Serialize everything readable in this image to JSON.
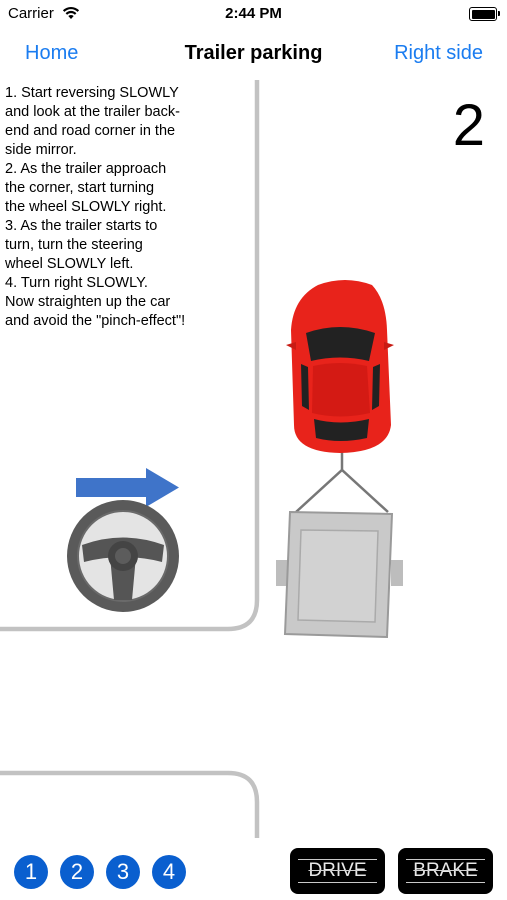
{
  "status_bar": {
    "carrier": "Carrier",
    "time": "2:44 PM"
  },
  "nav": {
    "back_label": "Home",
    "title": "Trailer parking",
    "right_label": "Right side"
  },
  "instructions": "1. Start reversing SLOWLY\nand look at the trailer back-\nend and road corner in the\nside mirror.\n2. As the trailer approach\nthe corner, start turning\nthe wheel SLOWLY right.\n3. As the trailer starts to\nturn, turn the steering\nwheel SLOWLY left.\n4. Turn right SLOWLY.\nNow straighten up the car\nand avoid the \"pinch-effect\"!",
  "step_number": "2",
  "pager": [
    "1",
    "2",
    "3",
    "4"
  ],
  "buttons": {
    "drive": "DRIVE",
    "brake": "BRAKE"
  },
  "colors": {
    "accent_blue": "#1a7cf0",
    "pager_blue": "#0a5fcf",
    "car_red": "#e8231b",
    "trailer_gray": "#c8c8c8",
    "curb_gray": "#c2c2c2",
    "arrow_blue": "#3f74c9",
    "wheel_gray": "#555555"
  },
  "icons": {
    "wifi": "wifi-icon",
    "battery": "battery-icon",
    "arrow": "arrow-right-icon",
    "steering_wheel": "steering-wheel-icon",
    "car": "car-icon",
    "trailer": "trailer-icon"
  }
}
